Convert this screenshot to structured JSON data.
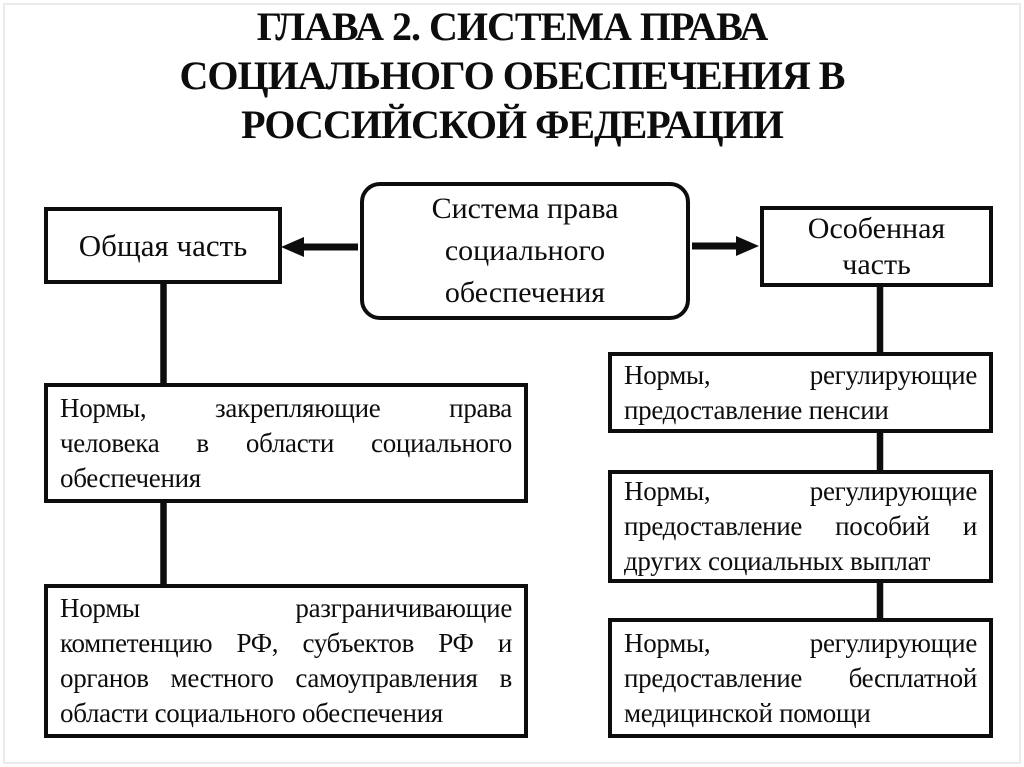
{
  "slide": {
    "title": "ГЛАВА 2. СИСТЕМА ПРАВА\nСОЦИАЛЬНОГО ОБЕСПЕЧЕНИЯ В\nРОССИЙСКОЙ ФЕДЕРАЦИИ"
  },
  "diagram": {
    "root_node": {
      "label": "Система права\nсоциального\nобеспечения"
    },
    "left_branch": {
      "header": "Общая часть",
      "nodes": [
        {
          "lines": [
            "Нормы, закрепляющие права",
            "человека в области социального",
            "обеспечения"
          ]
        },
        {
          "lines": [
            "Нормы разграничивающие",
            "компетенцию РФ, субъектов РФ и",
            "органов местного самоуправления в",
            "области социального обеспечения"
          ]
        }
      ]
    },
    "right_branch": {
      "header": "Особенная\nчасть",
      "nodes": [
        {
          "lines": [
            "Нормы, регулирующие",
            "предоставление пенсии"
          ]
        },
        {
          "lines": [
            "Нормы, регулирующие",
            "предоставление пособий и",
            "других социальных выплат"
          ]
        },
        {
          "lines": [
            "Нормы, регулирующие",
            "предоставление бесплатной",
            "медицинской помощи"
          ]
        }
      ]
    },
    "colors": {
      "ink": "#0d0d0d",
      "frame_border": "#ebebeb",
      "background": "#ffffff"
    }
  }
}
